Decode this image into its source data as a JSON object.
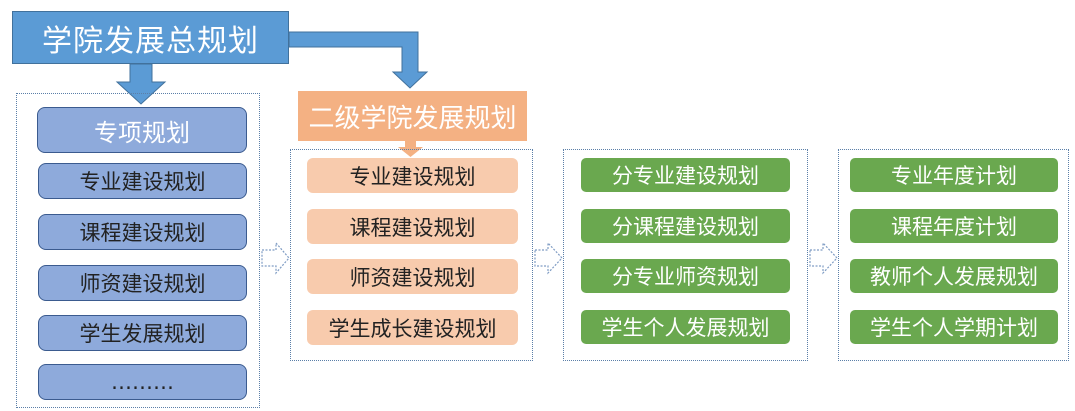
{
  "top_title": "学院发展总规划",
  "special_plan": {
    "title": "专项规划",
    "items": [
      "专业建设规划",
      "课程建设规划",
      "师资建设规划",
      "学生发展规划",
      "………"
    ]
  },
  "college_plan": {
    "title": "二级学院发展规划",
    "items": [
      "专业建设规划",
      "课程建设规划",
      "师资建设规划",
      "学生成长建设规划"
    ]
  },
  "sub_plans": {
    "items": [
      "分专业建设规划",
      "分课程建设规划",
      "分专业师资规划",
      "学生个人发展规划"
    ]
  },
  "annual_plans": {
    "items": [
      "专业年度计划",
      "课程年度计划",
      "教师个人发展规划",
      "学生个人学期计划"
    ]
  },
  "colors": {
    "top_box": "#5b9bd5",
    "special_items": "#8eaadb",
    "college_head": "#f4b183",
    "college_items": "#f8cbad",
    "green_items": "#6aa84f"
  }
}
